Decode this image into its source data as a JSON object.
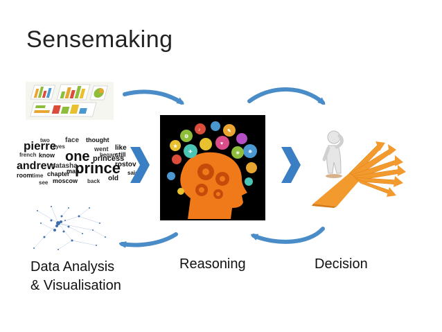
{
  "slide": {
    "title": "Sensemaking",
    "captions": {
      "data_analysis_line1": "Data Analysis",
      "data_analysis_line2": "& Visualisation",
      "reasoning": "Reasoning",
      "decision": "Decision"
    }
  },
  "word_cloud": {
    "words": [
      "pierre",
      "face",
      "thought",
      "know",
      "one",
      "prince",
      "andrew",
      "natasha",
      "princess",
      "rostov",
      "french",
      "room",
      "time",
      "chapter",
      "moscow",
      "old",
      "eyes",
      "two",
      "like",
      "still",
      "went",
      "began",
      "man",
      "said",
      "see",
      "back"
    ]
  },
  "colors": {
    "arrow_blue": "#4a8cc7",
    "chevron_blue": "#3a7fc4",
    "head_orange": "#f07a1a",
    "road_orange": "#f29a2e",
    "background_black": "#000000"
  },
  "icons": [
    "chart-thumbnail-image",
    "word-cloud-image",
    "network-graph-image",
    "brain-head-image",
    "decision-person-image",
    "chevron-right-icon",
    "curved-arrow-icon"
  ]
}
